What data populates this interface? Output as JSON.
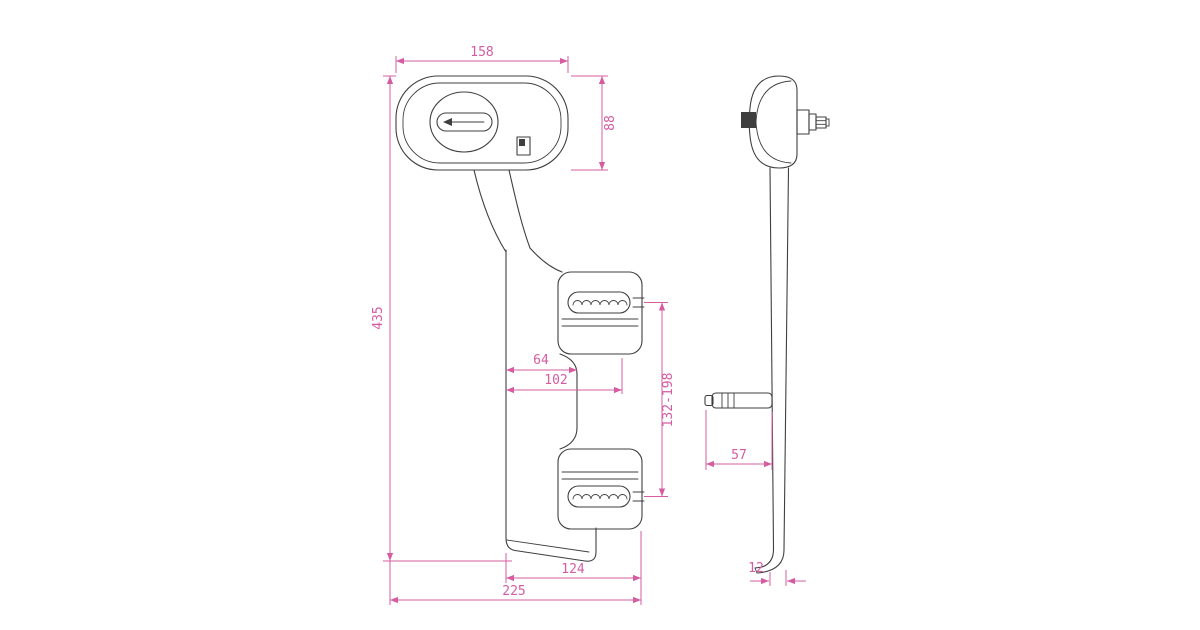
{
  "drawing": {
    "type": "technical-orthographic-drawing",
    "subject": "bidet attachment front and side views",
    "background": "#ffffff",
    "line_color": "#3f3f3f",
    "dimension_color": "#d65ca1"
  },
  "dimensions": {
    "head_width": "158",
    "head_height": "88",
    "overall_height": "435",
    "nozzle_inset": "64",
    "nozzle_span": "102",
    "adjustable_range": "132-198",
    "base_width": "124",
    "overall_width": "225",
    "nozzle_depth": "57",
    "plate_thickness": "12"
  }
}
